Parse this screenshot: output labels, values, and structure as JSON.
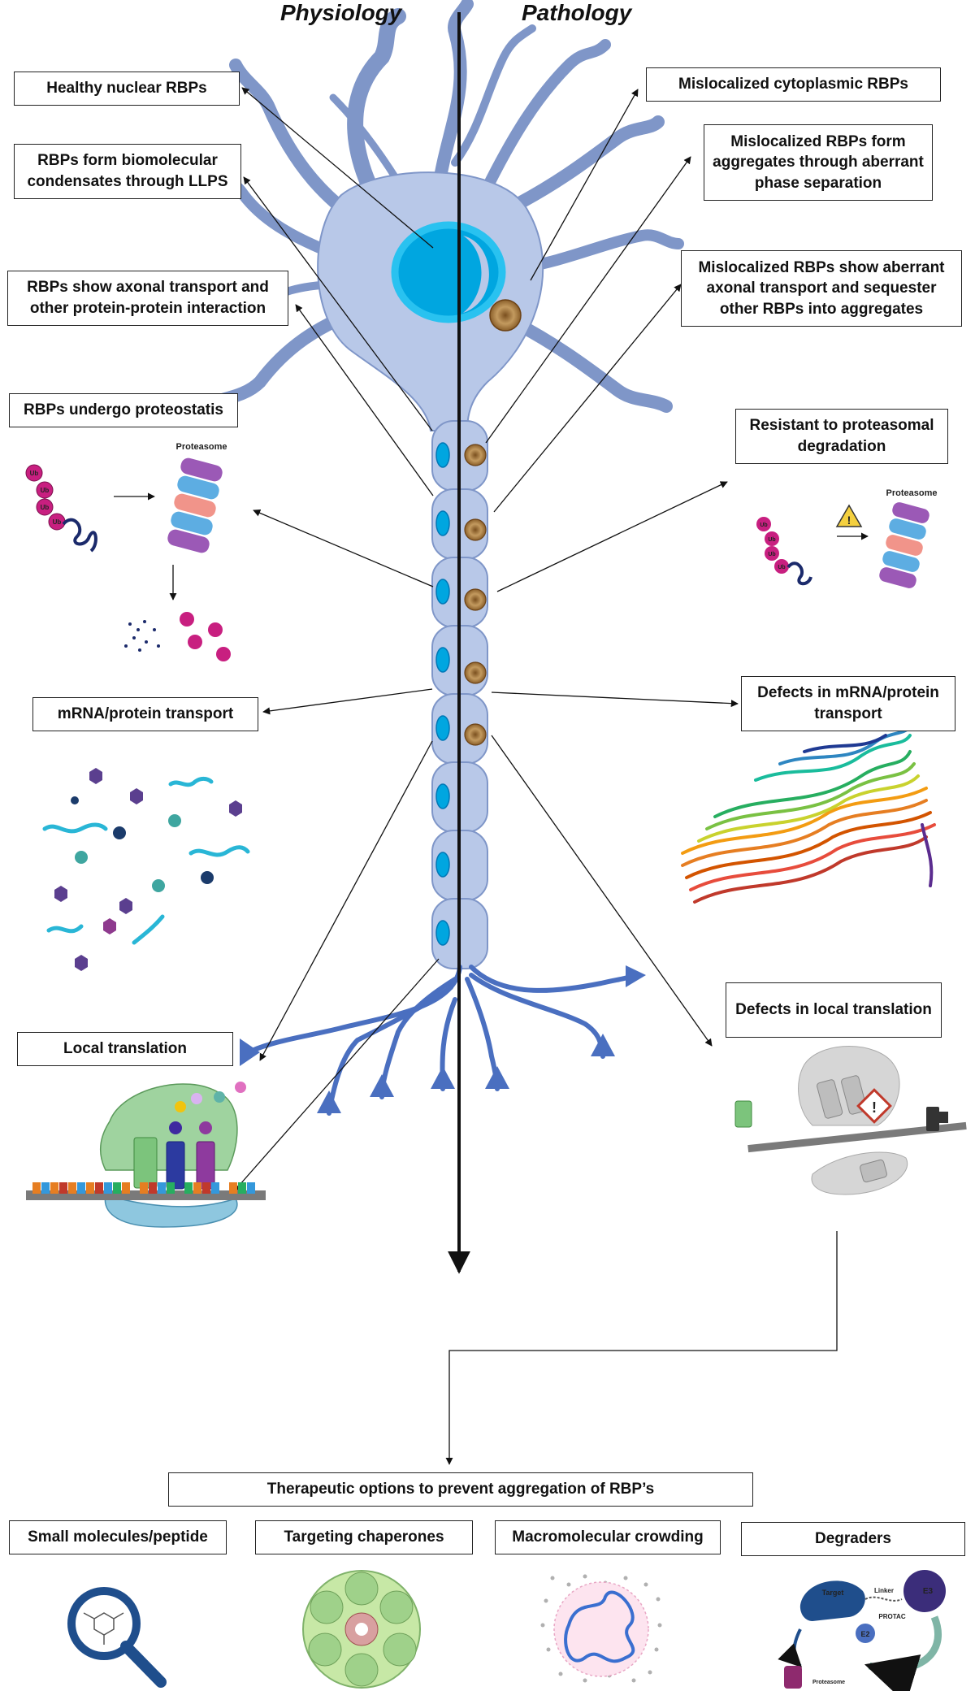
{
  "headings": {
    "left": "Physiology",
    "right": "Pathology"
  },
  "physiology": {
    "healthy_nuclear": "Healthy nuclear RBPs",
    "condensates": "RBPs form biomolecular condensates through LLPS",
    "axonal_transport": "RBPs show axonal transport and other protein-protein interaction",
    "proteostasis": "RBPs undergo proteostatis",
    "mrna_transport": "mRNA/protein transport",
    "local_translation": "Local translation"
  },
  "pathology": {
    "mislocalized": "Mislocalized cytoplasmic RBPs",
    "aggregates": "Mislocalized RBPs form aggregates through aberrant phase separation",
    "aberrant_transport": "Mislocalized RBPs show aberrant axonal transport and sequester other RBPs into aggregates",
    "resistant": "Resistant to proteasomal degradation",
    "defects_transport": "Defects in mRNA/protein transport",
    "defects_translation": "Defects in local translation"
  },
  "therapeutics": {
    "title": "Therapeutic options to prevent aggregation of RBP’s",
    "options": [
      "Small molecules/peptide",
      "Targeting chaperones",
      "Macromolecular crowding",
      "Degraders"
    ]
  },
  "icon_labels": {
    "proteasome": "Proteasome",
    "ub": "Ub",
    "target": "Target",
    "linker": "Linker",
    "e3": "E3",
    "e2": "E2",
    "protac": "PROTAC"
  },
  "colors": {
    "neuron_fill": "#b8c8e8",
    "neuron_stroke": "#7f96c8",
    "nucleus": "#00b4ea",
    "aggregate": "#a97a3e",
    "dendrite": "#4a6fc0"
  }
}
